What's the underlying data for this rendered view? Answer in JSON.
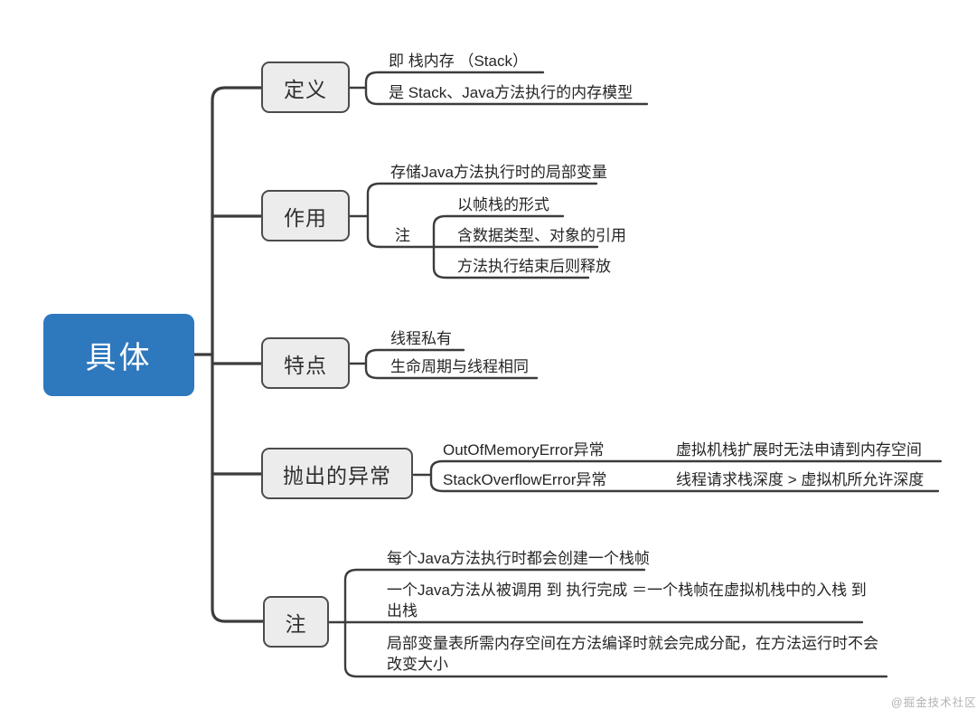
{
  "root": {
    "label": "具体"
  },
  "branches": [
    {
      "label": "定义",
      "children": [
        {
          "text": "即 栈内存 （Stack）"
        },
        {
          "text": "是 Stack、Java方法执行的内存模型"
        }
      ]
    },
    {
      "label": "作用",
      "children": [
        {
          "text": "存储Java方法执行时的局部变量"
        },
        {
          "label": "注",
          "children": [
            {
              "text": "以帧栈的形式"
            },
            {
              "text": "含数据类型、对象的引用"
            },
            {
              "text": "方法执行结束后则释放"
            }
          ]
        }
      ]
    },
    {
      "label": "特点",
      "children": [
        {
          "text": "线程私有"
        },
        {
          "text": "生命周期与线程相同"
        }
      ]
    },
    {
      "label": "抛出的异常",
      "children": [
        {
          "text": "OutOfMemoryError异常",
          "children": [
            {
              "text": "虚拟机栈扩展时无法申请到内存空间"
            }
          ]
        },
        {
          "text": "StackOverflowError异常",
          "children": [
            {
              "text": "线程请求栈深度 > 虚拟机所允许深度"
            }
          ]
        }
      ]
    },
    {
      "label": "注",
      "children": [
        {
          "text": "每个Java方法执行时都会创建一个栈帧"
        },
        {
          "text": "一个Java方法从被调用 到 执行完成 ＝一个栈帧在虚拟机栈中的入栈 到 出栈"
        },
        {
          "text": "局部变量表所需内存空间在方法编译时就会完成分配，在方法运行时不会改变大小"
        }
      ]
    }
  ],
  "watermark": "@掘金技术社区",
  "colors": {
    "root_bg": "#2e78be",
    "root_text": "#ffffff",
    "node_bg": "#ececec",
    "node_border": "#4c4c4c",
    "line": "#3c3c3c",
    "text": "#262626",
    "watermark": "#b3b3b3"
  }
}
